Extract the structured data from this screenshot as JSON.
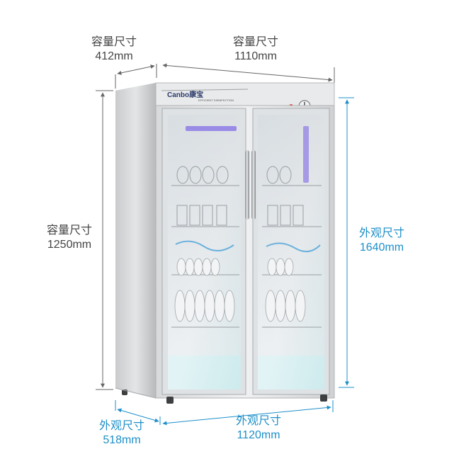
{
  "capacity_depth": {
    "title": "容量尺寸",
    "value": "412mm"
  },
  "capacity_width": {
    "title": "容量尺寸",
    "value": "1110mm"
  },
  "capacity_height": {
    "title": "容量尺寸",
    "value": "1250mm"
  },
  "exterior_height": {
    "title": "外观尺寸",
    "value": "1640mm"
  },
  "exterior_depth": {
    "title": "外观尺寸",
    "value": "518mm"
  },
  "exterior_width": {
    "title": "外观尺寸",
    "value": "1120mm"
  },
  "brand": {
    "logo": "Canbo康宝",
    "subtitle": "EFFICIENT DISINFECTION"
  },
  "colors": {
    "capacity": "#444444",
    "exterior": "#1d8fc9"
  },
  "icons": [
    "brand-logo-icon",
    "control-knob-icon",
    "indicator-light-icon",
    "uv-lamp-icon"
  ]
}
